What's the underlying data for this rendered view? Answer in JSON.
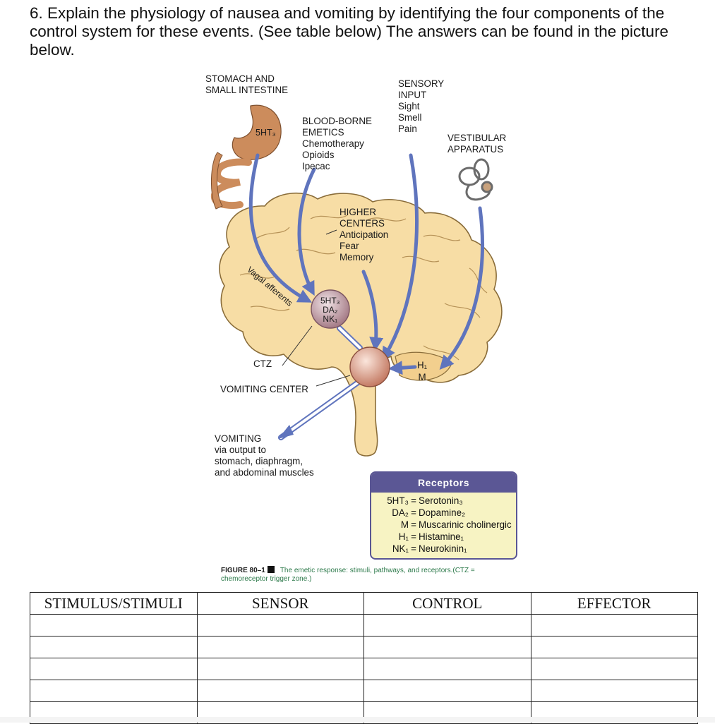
{
  "question": {
    "text": "6. Explain the physiology of nausea and vomiting by identifying the four components of the control system for these events. (See table below) The answers can be found in the picture below."
  },
  "diagram": {
    "stomach_label": "STOMACH AND\nSMALL INTESTINE",
    "gut_receptor": "5HT₃",
    "blood_borne": "BLOOD-BORNE\nEMETICS\nChemotherapy\nOpioids\nIpecac",
    "sensory_input": "SENSORY\nINPUT\nSight\nSmell\nPain",
    "vestibular": "VESTIBULAR\nAPPARATUS",
    "higher_centers": "HIGHER\nCENTERS\nAnticipation\nFear\nMemory",
    "vagal_afferents": "Vagal afferents",
    "ctz_receptors": "5HT₃\nDA₂\nNK₁",
    "ctz": "CTZ",
    "vestibular_receptors": "H₁\nM",
    "vomiting_center": "VOMITING CENTER",
    "vomiting_output": "VOMITING\nvia output to\nstomach, diaphragm,\nand abdominal muscles",
    "colors": {
      "brain": "#f7dda5",
      "brain_outline": "#8a6d3a",
      "arrow": "#5f74bd",
      "receptor_header": "#5b5795",
      "receptor_bg": "#f7f3c3",
      "gut": "#cc8c5c",
      "caption_green": "#2d7a4b"
    }
  },
  "receptors": {
    "title": "Receptors",
    "rows": [
      {
        "left": "5HT₃",
        "right": "Serotonin₃"
      },
      {
        "left": "DA₂",
        "right": "Dopamine₂"
      },
      {
        "left": "M",
        "right": "Muscarinic cholinergic"
      },
      {
        "left": "H₁",
        "right": "Histamine₁"
      },
      {
        "left": "NK₁",
        "right": "Neurokinin₁"
      }
    ]
  },
  "caption": {
    "figure": "FIGURE 80–1",
    "text": "The emetic response: stimuli, pathways, and receptors.(CTZ = chemoreceptor trigger zone.)"
  },
  "table": {
    "headers": [
      "STIMULUS/STIMULI",
      "SENSOR",
      "CONTROL",
      "EFFECTOR"
    ],
    "empty_rows": 5
  }
}
